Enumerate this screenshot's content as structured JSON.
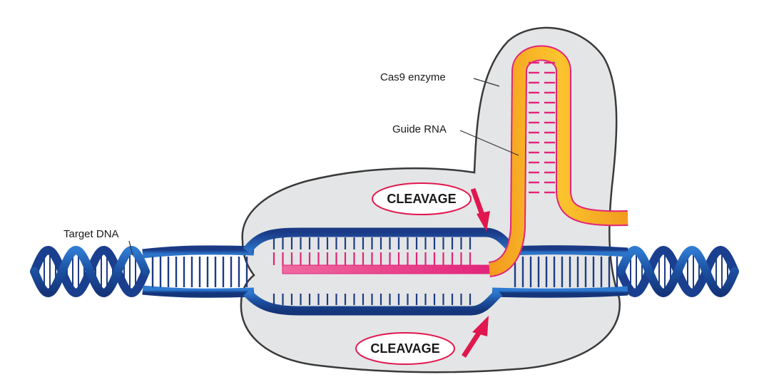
{
  "labels": {
    "cas9": "Cas9 enzyme",
    "guide_rna": "Guide RNA",
    "target_dna": "Target DNA"
  },
  "badges": {
    "top": "CLEAVAGE",
    "bottom": "CLEAVAGE"
  },
  "colors": {
    "enzyme_fill": "#e4e5e6",
    "enzyme_stroke": "#3a3a3a",
    "dna_dark": "#1b3f8f",
    "dna_light": "#2a70c6",
    "rung": "#1e3c84",
    "rna_orange": "#f7a520",
    "rna_edge": "#e2247a",
    "arrow": "#e0174f"
  },
  "icons": {
    "cleavage_arrow": "red-arrow-icon"
  }
}
